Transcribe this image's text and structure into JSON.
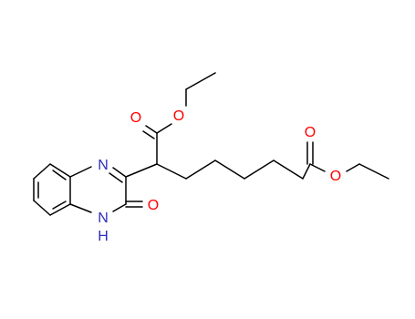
{
  "diagram": {
    "type": "chemical-structure",
    "colors": {
      "bond": "#000000",
      "oxygen": "#ff0000",
      "nitrogen": "#2d2dbf",
      "background": "#ffffff"
    },
    "atoms": {
      "o_carbonyl_top": "O",
      "o_ether_top": "O",
      "o_carbonyl_right": "O",
      "o_ether_right": "O",
      "n_ring_top": "N",
      "n_ring_bottom": "N",
      "h_ring_bottom": "H",
      "o_lactam": "O"
    }
  }
}
